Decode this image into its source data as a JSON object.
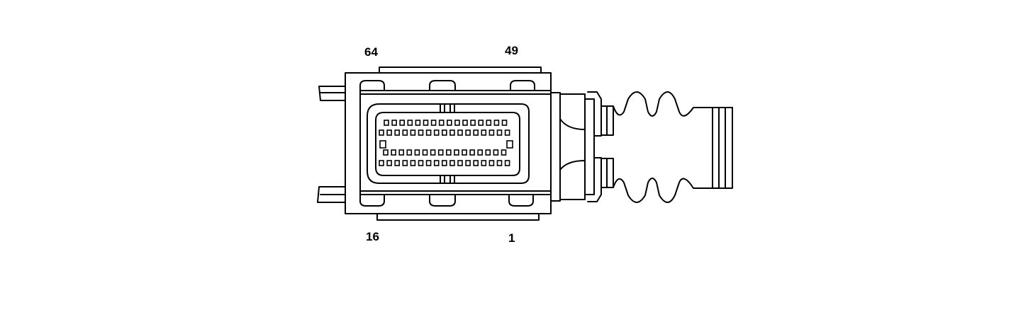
{
  "pin_labels": {
    "top_left": "64",
    "top_right": "49",
    "bottom_left": "16",
    "bottom_right": "1"
  },
  "pin_rows": {
    "row1": 16,
    "row2": 17,
    "row3_side_pins": 2,
    "row4": 16,
    "row5": 17
  }
}
